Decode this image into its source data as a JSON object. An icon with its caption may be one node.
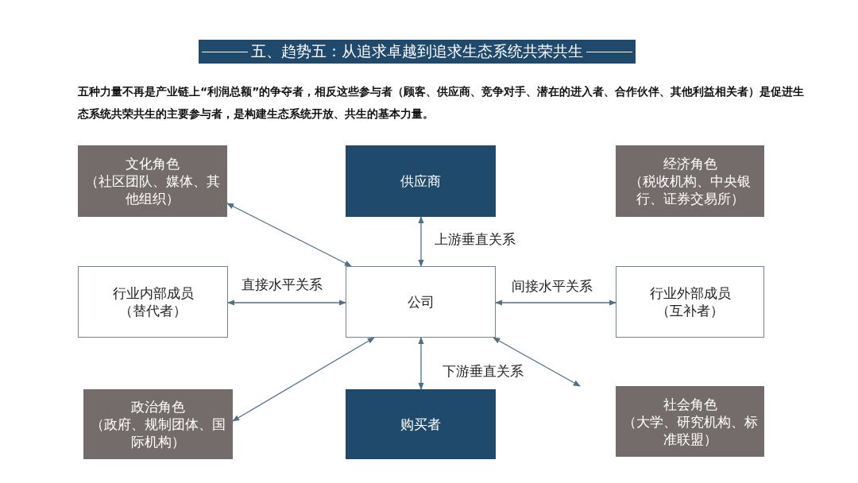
{
  "diagram": {
    "title": "五、趋势五：从追求卓越到追求生态系统共荣共生",
    "nodes": [
      {
        "text": [
          "文化角色",
          "（社区团队、媒体、其他组织）"
        ]
      },
      {
        "text": [
          "供应商"
        ]
      },
      {
        "text": [
          "经济角色",
          "（税收机构、中央银行、证券交易所）"
        ]
      },
      {
        "text": [
          "行业内部成员",
          "（替代者）"
        ]
      },
      {
        "text": [
          "公司"
        ]
      },
      {
        "text": [
          "行业外部成员",
          "（互补者）"
        ]
      },
      {
        "text": [
          "政治角色",
          "（政府、规制团体、国际机构）"
        ]
      },
      {
        "text": [
          "购买者"
        ]
      },
      {
        "text": [
          "社会角色",
          "（大学、研究机构、标准联盟）"
        ]
      }
    ],
    "edges": [
      {
        "from": 4,
        "to": 0,
        "arrow": "both"
      },
      {
        "from": 4,
        "to": 1,
        "arrow": "both",
        "label": "上游垂直关系"
      },
      {
        "from": 4,
        "to": 3,
        "arrow": "both",
        "label": "直接水平关系"
      },
      {
        "from": 4,
        "to": 5,
        "arrow": "both",
        "label": "间接水平关系"
      },
      {
        "from": 4,
        "to": 6,
        "arrow": "both"
      },
      {
        "from": 4,
        "to": 7,
        "arrow": "both",
        "label": "下游垂直关系"
      },
      {
        "from": 4,
        "to": 8,
        "arrow": "both"
      }
    ],
    "labels": [
      "五种力量不再是产业链上“利润总额”的争夺者，相反这些参与者（顾客、供应商、竞争对手、潜在的进入者、合作伙伴、其他利益相关者）是促进生态系统共荣共生的主要参与者，是构建生态系统开放、共生的基本力量。"
    ]
  }
}
